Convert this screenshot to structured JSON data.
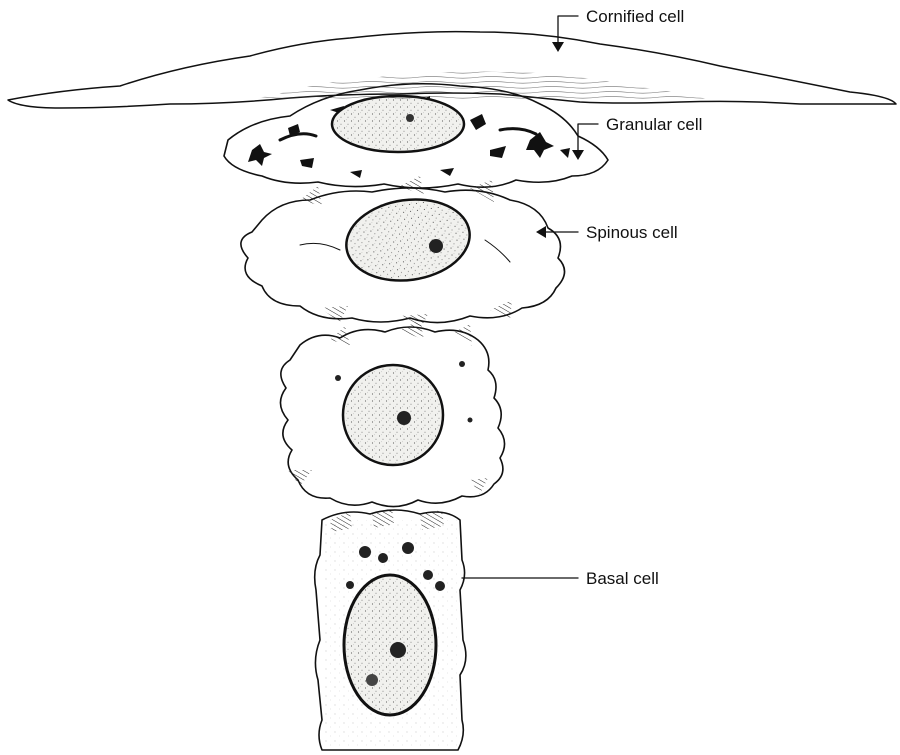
{
  "labels": {
    "cornified": "Cornified cell",
    "granular": "Granular cell",
    "spinous": "Spinous cell",
    "basal": "Basal cell"
  },
  "colors": {
    "ink": "#111111",
    "cytoplasm": "#ffffff",
    "nucleus": "#f1f1ee"
  }
}
